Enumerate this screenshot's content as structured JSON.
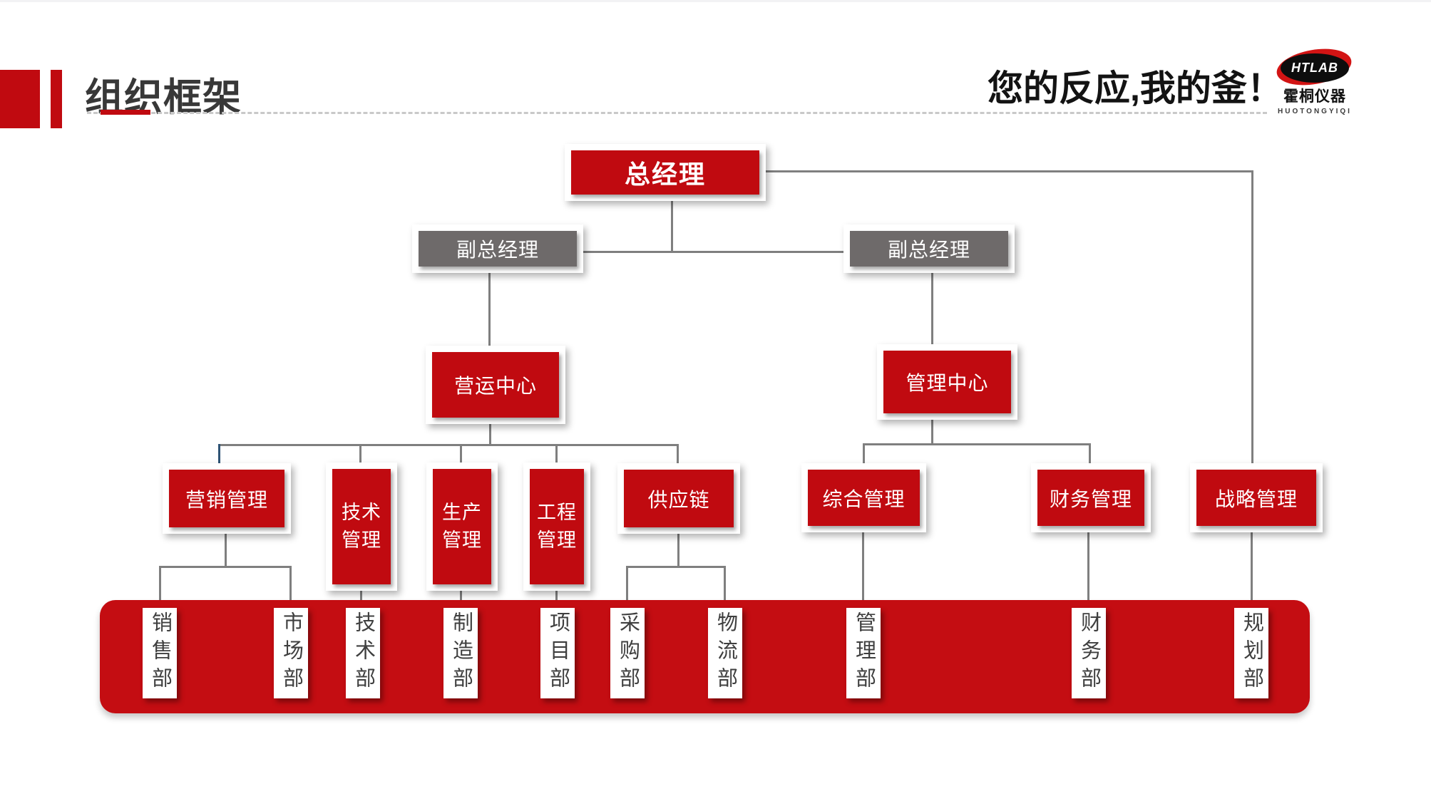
{
  "header": {
    "title": "组织框架",
    "slogan": "您的反应,我的釜！",
    "logo": {
      "badge": "HTLAB",
      "company": "霍桐仪器",
      "romanized": "HUOTONGYIQI"
    }
  },
  "colors": {
    "primary_red": "#c00a10",
    "bottom_bar_red": "#c40d12",
    "deputy_gray": "#6e6a6a",
    "connector_gray": "#7f7f7f",
    "accent_navy": "#2e5375",
    "title_text": "#383838"
  },
  "chart": {
    "ceo": "总经理",
    "deputies": [
      "副总经理",
      "副总经理"
    ],
    "centers": [
      "营运中心",
      "管理中心"
    ],
    "departments": [
      {
        "label": "营销管理"
      },
      {
        "label": "技术管理",
        "line1": "技术",
        "line2": "管理"
      },
      {
        "label": "生产管理",
        "line1": "生产",
        "line2": "管理"
      },
      {
        "label": "工程管理",
        "line1": "工程",
        "line2": "管理"
      },
      {
        "label": "供应链"
      },
      {
        "label": "综合管理"
      },
      {
        "label": "财务管理"
      },
      {
        "label": "战略管理"
      }
    ],
    "offices": [
      "销售部",
      "市场部",
      "技术部",
      "制造部",
      "项目部",
      "采购部",
      "物流部",
      "管理部",
      "财务部",
      "规划部"
    ]
  }
}
